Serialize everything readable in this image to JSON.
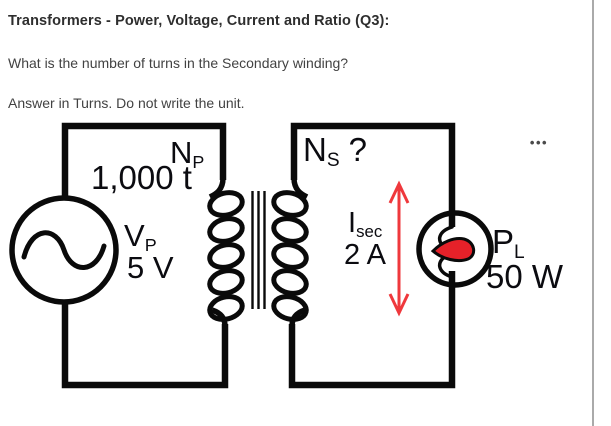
{
  "header": {
    "title": "Transformers - Power, Voltage, Current and Ratio (Q3):",
    "question": "What is the number of turns in the Secondary winding?",
    "instruction": "Answer in Turns. Do not write the unit."
  },
  "menu": {
    "more_options_glyph": "•••"
  },
  "diagram": {
    "primary": {
      "turns_symbol": "N",
      "turns_symbol_sub": "P",
      "turns_value": "1,000 t",
      "voltage_symbol": "V",
      "voltage_symbol_sub": "P",
      "voltage_value": "5 V"
    },
    "secondary": {
      "turns_symbol": "N",
      "turns_symbol_sub": "S",
      "turns_unknown": "?",
      "current_symbol": "I",
      "current_symbol_sub": "sec",
      "current_value": "2 A",
      "power_symbol": "P",
      "power_symbol_sub": "L",
      "power_value": "50 W"
    },
    "colors": {
      "wire_black": "#0a0a0a",
      "arrow_red": "#ef383c",
      "load_red": "#e62129",
      "text_black": "#0b0b10"
    }
  }
}
